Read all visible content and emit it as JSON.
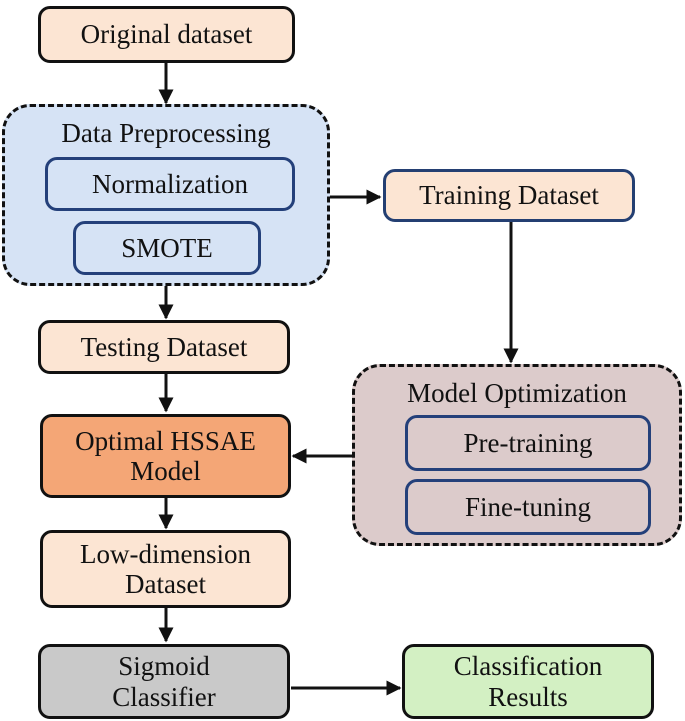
{
  "nodes": {
    "original": "Original dataset",
    "training": "Training Dataset",
    "testing": "Testing Dataset",
    "hssae": "Optimal HSSAE\nModel",
    "lowdim": "Low-dimension\nDataset",
    "sigmoid": "Sigmoid\nClassifier",
    "results": "Classification\nResults"
  },
  "groups": {
    "preprocessing": {
      "title": "Data Preprocessing",
      "items": [
        "Normalization",
        "SMOTE"
      ]
    },
    "optimization": {
      "title": "Model Optimization",
      "items": [
        "Pre-training",
        "Fine-tuning"
      ]
    }
  },
  "colors": {
    "peach": "#fce5d3",
    "orange": "#f4a676",
    "gray": "#c9c9c9",
    "green": "#d3f0c3",
    "preprocessing_bg": "#d6e3f5",
    "optimization_bg": "#dccbcb",
    "inner_border": "#24407a"
  }
}
